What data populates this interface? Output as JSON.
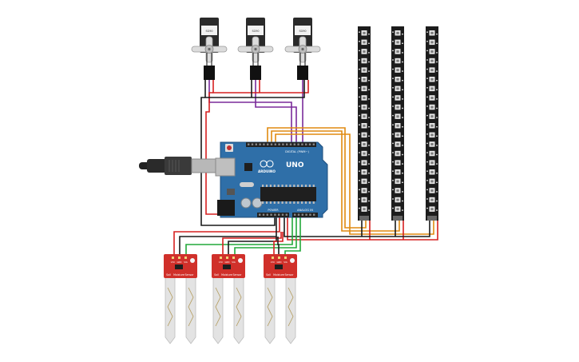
{
  "board": {
    "brand": "ARDUINO",
    "model": "UNO",
    "digital_label": "DIGITAL (PWM~)",
    "power_label": "POWER",
    "analog_label": "ANALOG IN",
    "color": "#2f6fa8"
  },
  "servos": [
    {
      "label": "SG90"
    },
    {
      "label": "SG90"
    },
    {
      "label": "SG90"
    }
  ],
  "sensors": [
    {
      "pins": [
        "VCC",
        "GND",
        "SIG"
      ],
      "labels": [
        "Soil",
        "Moisture",
        "Sensor"
      ]
    },
    {
      "pins": [
        "VCC",
        "GND",
        "SIG"
      ],
      "labels": [
        "Soil",
        "Moisture",
        "Sensor"
      ]
    },
    {
      "pins": [
        "VCC",
        "GND",
        "SIG"
      ],
      "labels": [
        "Soil",
        "Moisture",
        "Sensor"
      ]
    }
  ],
  "led_strip_count": 3,
  "colors": {
    "wire_red": "#d62020",
    "wire_black": "#1a1a1a",
    "wire_purple": "#7a2a9a",
    "wire_orange": "#e08a10",
    "wire_green": "#22a83a",
    "sensor_red": "#d0302a",
    "strip_black": "#1c1c1c"
  }
}
